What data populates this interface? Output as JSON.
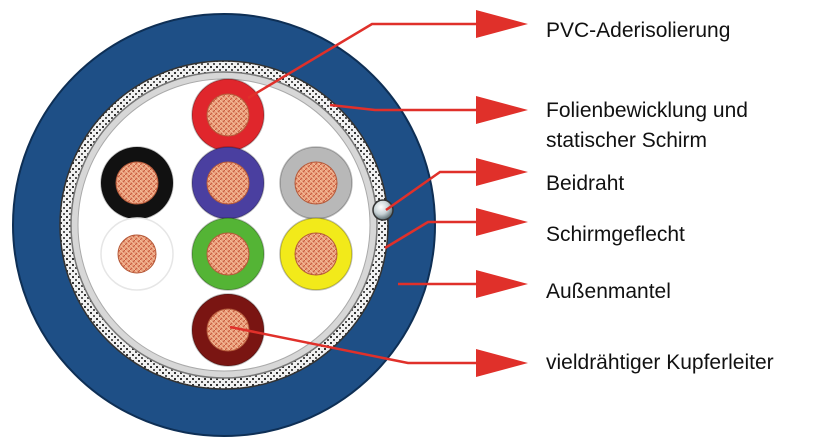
{
  "colors": {
    "outer_jacket": "#1e4f86",
    "braid": "#e9e9e9",
    "foil": "#d7d7d7",
    "filler": "#ffffff",
    "copper": "#e89a74",
    "arrow": "#e0302a"
  },
  "labels": [
    {
      "id": "pvc",
      "text": "PVC-Aderisolierung"
    },
    {
      "id": "foil_line1",
      "text": "Folienbewicklung und"
    },
    {
      "id": "foil_line2",
      "text": "statischer Schirm"
    },
    {
      "id": "drain",
      "text": "Beidraht"
    },
    {
      "id": "braid",
      "text": "Schirmgeflecht"
    },
    {
      "id": "jacket",
      "text": "Außenmantel"
    },
    {
      "id": "conductor",
      "text": "vieldrähtiger Kupferleiter"
    }
  ],
  "cores": [
    {
      "name": "core-red",
      "color": "#e0262c"
    },
    {
      "name": "core-black",
      "color": "#111111"
    },
    {
      "name": "core-violet",
      "color": "#4a3fa0"
    },
    {
      "name": "core-grey",
      "color": "#b8b8b8"
    },
    {
      "name": "core-white",
      "color": "#ffffff"
    },
    {
      "name": "core-green",
      "color": "#54b435"
    },
    {
      "name": "core-yellow",
      "color": "#f2ea1a"
    },
    {
      "name": "core-brown",
      "color": "#7a1512"
    }
  ]
}
